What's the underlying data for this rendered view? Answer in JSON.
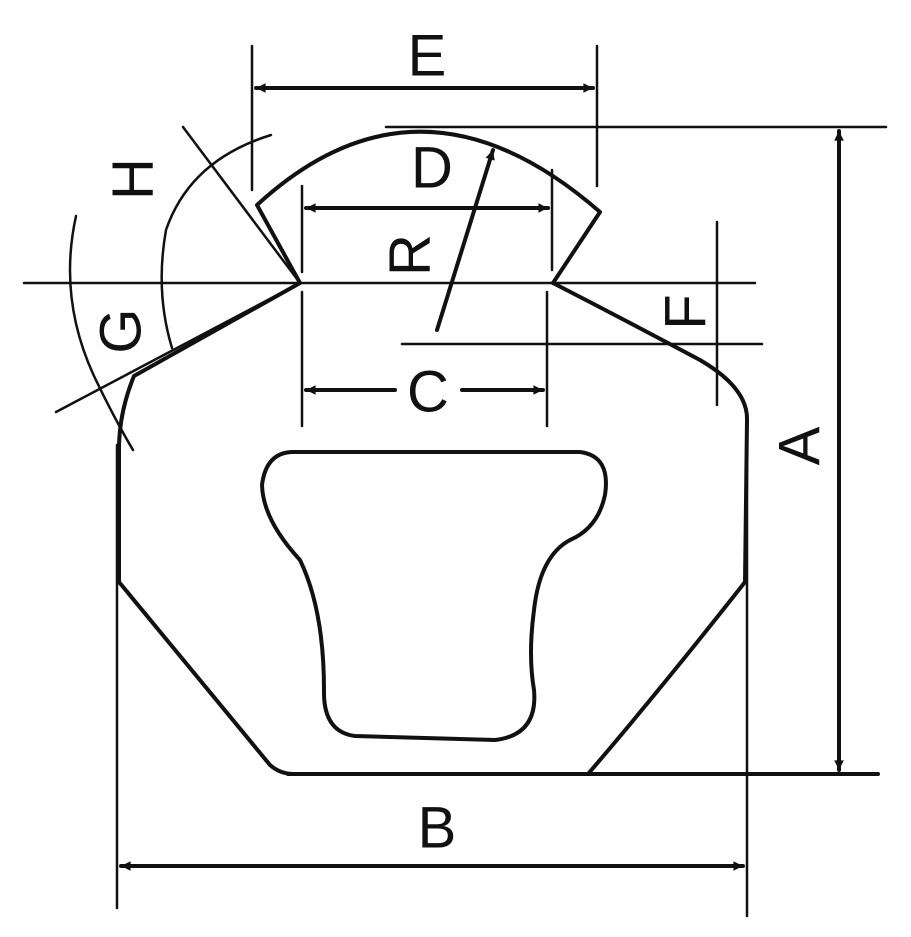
{
  "labels": {
    "a": "A",
    "b": "B",
    "c": "C",
    "d": "D",
    "e": "E",
    "f": "F",
    "g": "G",
    "h": "H",
    "r": "R"
  },
  "colors": {
    "ink": "#111111",
    "background": "#ffffff"
  }
}
